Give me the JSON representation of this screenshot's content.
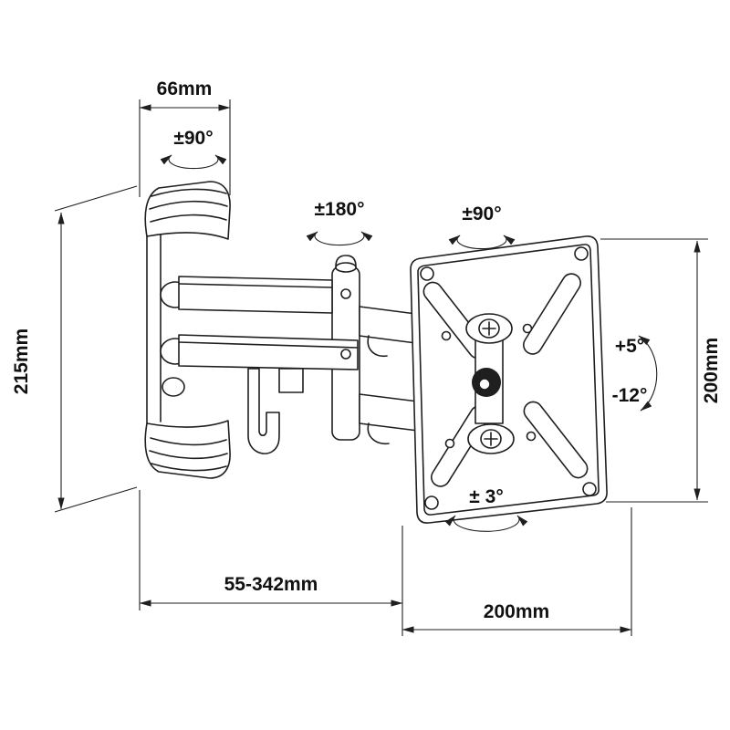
{
  "page": {
    "background": "#ffffff",
    "line_color": "#1f1f1f"
  },
  "diagram": {
    "kind": "technical-dimension-drawing",
    "subject": "articulating-tv-wall-mount",
    "labels": {
      "bracket_width": "66mm",
      "wall_swivel": "±90°",
      "elbow_swivel": "±180°",
      "plate_swivel": "±90°",
      "bracket_height": "215mm",
      "plate_height": "200mm",
      "tilt_up": "+5°",
      "tilt_down": "-12°",
      "level_adjust": "± 3°",
      "extension_range": "55-342mm",
      "plate_width": "200mm"
    }
  }
}
